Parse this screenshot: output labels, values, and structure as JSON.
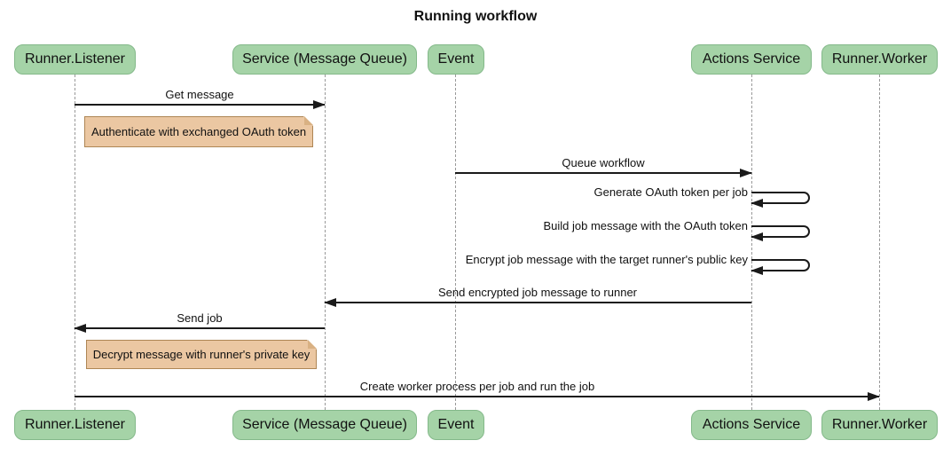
{
  "title": "Running workflow",
  "colors": {
    "participant_fill": "#A5D3A7",
    "participant_border": "#84B98A",
    "note_fill": "#EBC7A2",
    "note_border": "#AE8655",
    "note_fold": "#D9B183",
    "lifeline": "#999999",
    "line": "#1a1a1a"
  },
  "participants": [
    {
      "label": "Runner.Listener"
    },
    {
      "label": "Service (Message Queue)"
    },
    {
      "label": "Event"
    },
    {
      "label": "Actions Service"
    },
    {
      "label": "Runner.Worker"
    }
  ],
  "messages": [
    {
      "label": "Get message",
      "from": "Runner.Listener",
      "to": "Service (Message Queue)",
      "direction": "right"
    },
    {
      "label": "Queue workflow",
      "from": "Event",
      "to": "Actions Service",
      "direction": "right"
    },
    {
      "label": "Generate OAuth token per job",
      "from": "Actions Service",
      "to": "Actions Service",
      "direction": "self"
    },
    {
      "label": "Build job message with the OAuth token",
      "from": "Actions Service",
      "to": "Actions Service",
      "direction": "self"
    },
    {
      "label": "Encrypt job message with the target runner's public key",
      "from": "Actions Service",
      "to": "Actions Service",
      "direction": "self"
    },
    {
      "label": "Send encrypted job message to runner",
      "from": "Actions Service",
      "to": "Service (Message Queue)",
      "direction": "left"
    },
    {
      "label": "Send job",
      "from": "Service (Message Queue)",
      "to": "Runner.Listener",
      "direction": "left"
    },
    {
      "label": "Create worker process per job and run the job",
      "from": "Runner.Listener",
      "to": "Runner.Worker",
      "direction": "right"
    }
  ],
  "notes": [
    {
      "label": "Authenticate with exchanged OAuth token",
      "anchor": "Runner.Listener"
    },
    {
      "label": "Decrypt message with runner's private key",
      "anchor": "Runner.Listener"
    }
  ]
}
